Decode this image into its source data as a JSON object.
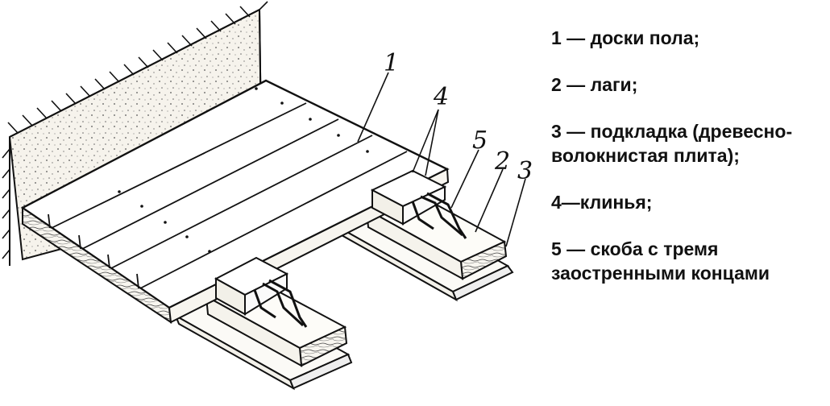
{
  "drawing": {
    "callouts": [
      "1",
      "2",
      "3",
      "4",
      "5"
    ]
  },
  "legend": {
    "items": [
      {
        "lines": [
          "1 — доски пола;"
        ]
      },
      {
        "lines": [
          "2 — лаги;"
        ]
      },
      {
        "lines": [
          "3 — подкладка (древесно-",
          "волокнистая плита);"
        ]
      },
      {
        "lines": [
          "4—клинья;"
        ]
      },
      {
        "lines": [
          "5 — скоба с тремя",
          "заостренными концами"
        ]
      }
    ]
  },
  "colors": {
    "ink": "#111111",
    "paper": "#ffffff",
    "wall": "#f4f1ea"
  }
}
